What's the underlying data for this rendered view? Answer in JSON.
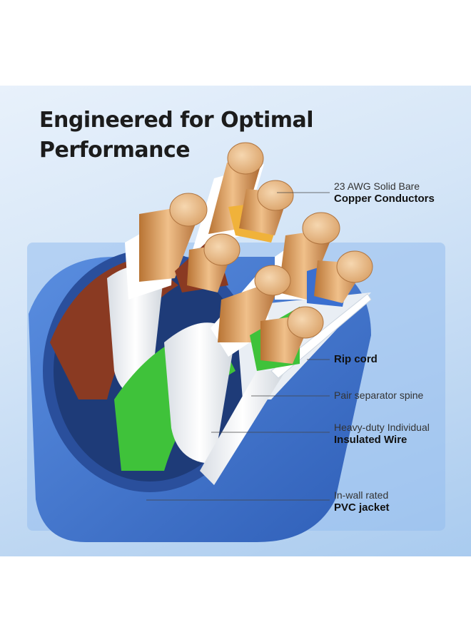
{
  "title": {
    "line1": "Engineered for Optimal",
    "line2": "Performance"
  },
  "callouts": [
    {
      "light": "23 AWG Solid Bare",
      "strong": "Copper Conductors"
    },
    {
      "light": "",
      "strong": "Rip cord"
    },
    {
      "light": "Pair separator spine",
      "strong": ""
    },
    {
      "light": "Heavy-duty Individual",
      "strong": "Insulated Wire"
    },
    {
      "light": "In-wall rated",
      "strong": "PVC jacket"
    }
  ],
  "colors": {
    "jacket": "#3f74cc",
    "copper": "#d9a066",
    "pair_brown": "#8a3a22",
    "pair_orange": "#f0b23a",
    "pair_green": "#3fc23a",
    "pair_blue": "#3a6fd0",
    "insulation": "#f4f4f4"
  }
}
